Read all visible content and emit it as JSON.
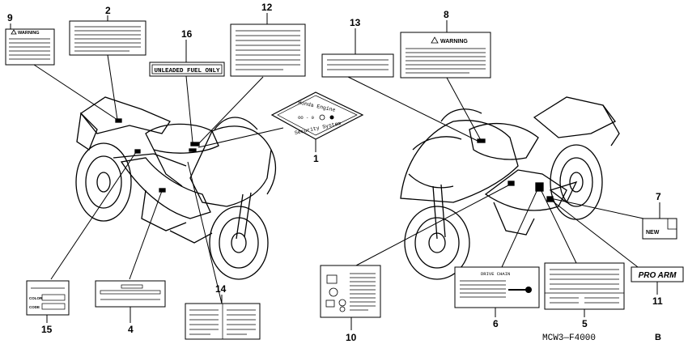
{
  "callouts": {
    "n1": "1",
    "n2": "2",
    "n4": "4",
    "n5": "5",
    "n6": "6",
    "n7": "7",
    "n8": "8",
    "n9": "9",
    "n10": "10",
    "n11": "11",
    "n12": "12",
    "n13": "13",
    "n14": "14",
    "n15": "15",
    "n16": "16"
  },
  "labels": {
    "warning_small": "WARNING",
    "warning_large": "WARNING",
    "fuel": "UNLEADED FUEL ONLY",
    "emblem_top": "Honda Engine",
    "emblem_bottom": "Security System",
    "emblem_center": "OO - 0",
    "drive_chain": "DRIVE CHAIN",
    "new": "NEW",
    "proarm": "PRO ARM",
    "color": "COLOR",
    "code": "CODE"
  },
  "figure_code": "MCW3—F4000",
  "figure_code_suffix": "B"
}
